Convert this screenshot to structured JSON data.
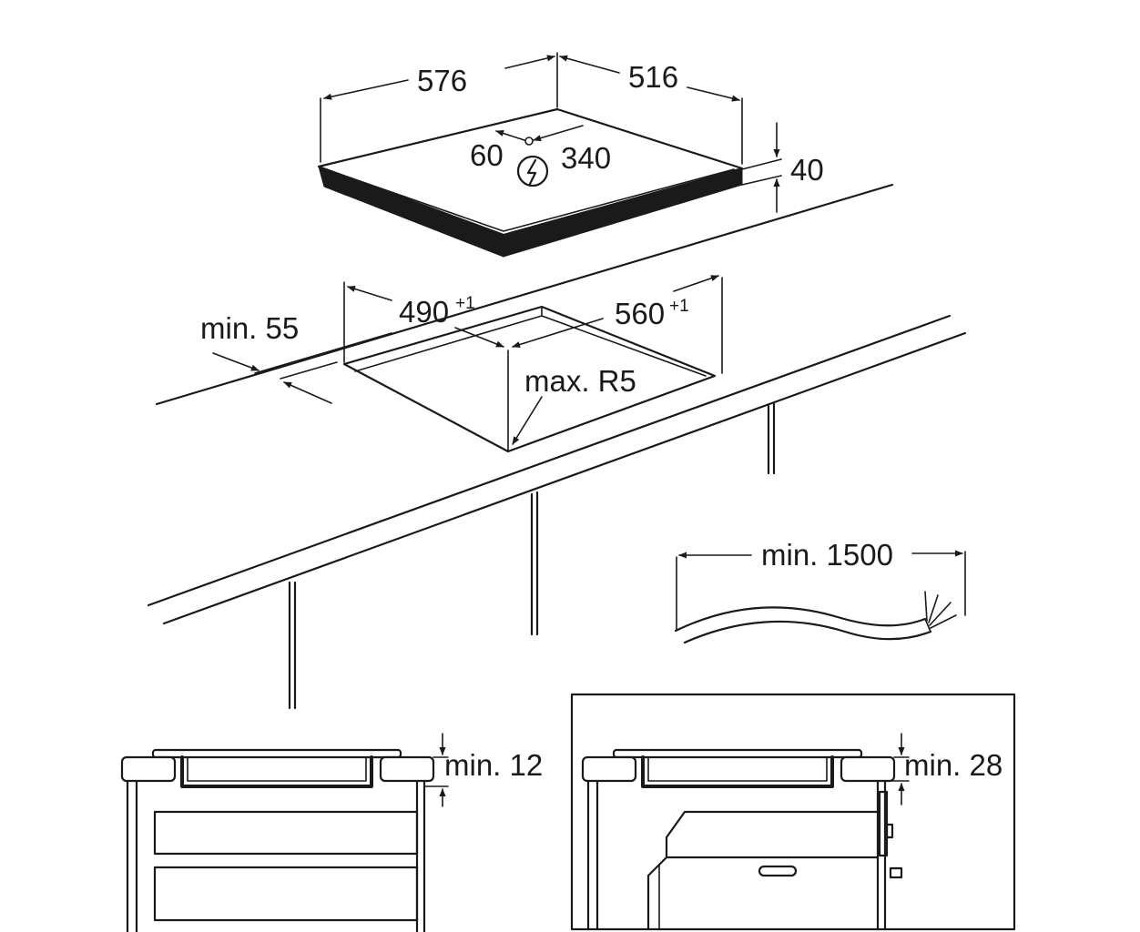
{
  "hob": {
    "width": "576",
    "depth": "516",
    "thickness": "40",
    "cable_offset_x": "60",
    "cable_offset_y": "340"
  },
  "cutout": {
    "depth": "490",
    "depth_tol": "+1",
    "width": "560",
    "width_tol": "+1",
    "edge_distance": "min. 55",
    "corner_radius": "max. R5"
  },
  "cable": {
    "length": "min. 1500"
  },
  "installation": {
    "drawer_gap": "min. 12",
    "oven_gap": "min. 28"
  }
}
